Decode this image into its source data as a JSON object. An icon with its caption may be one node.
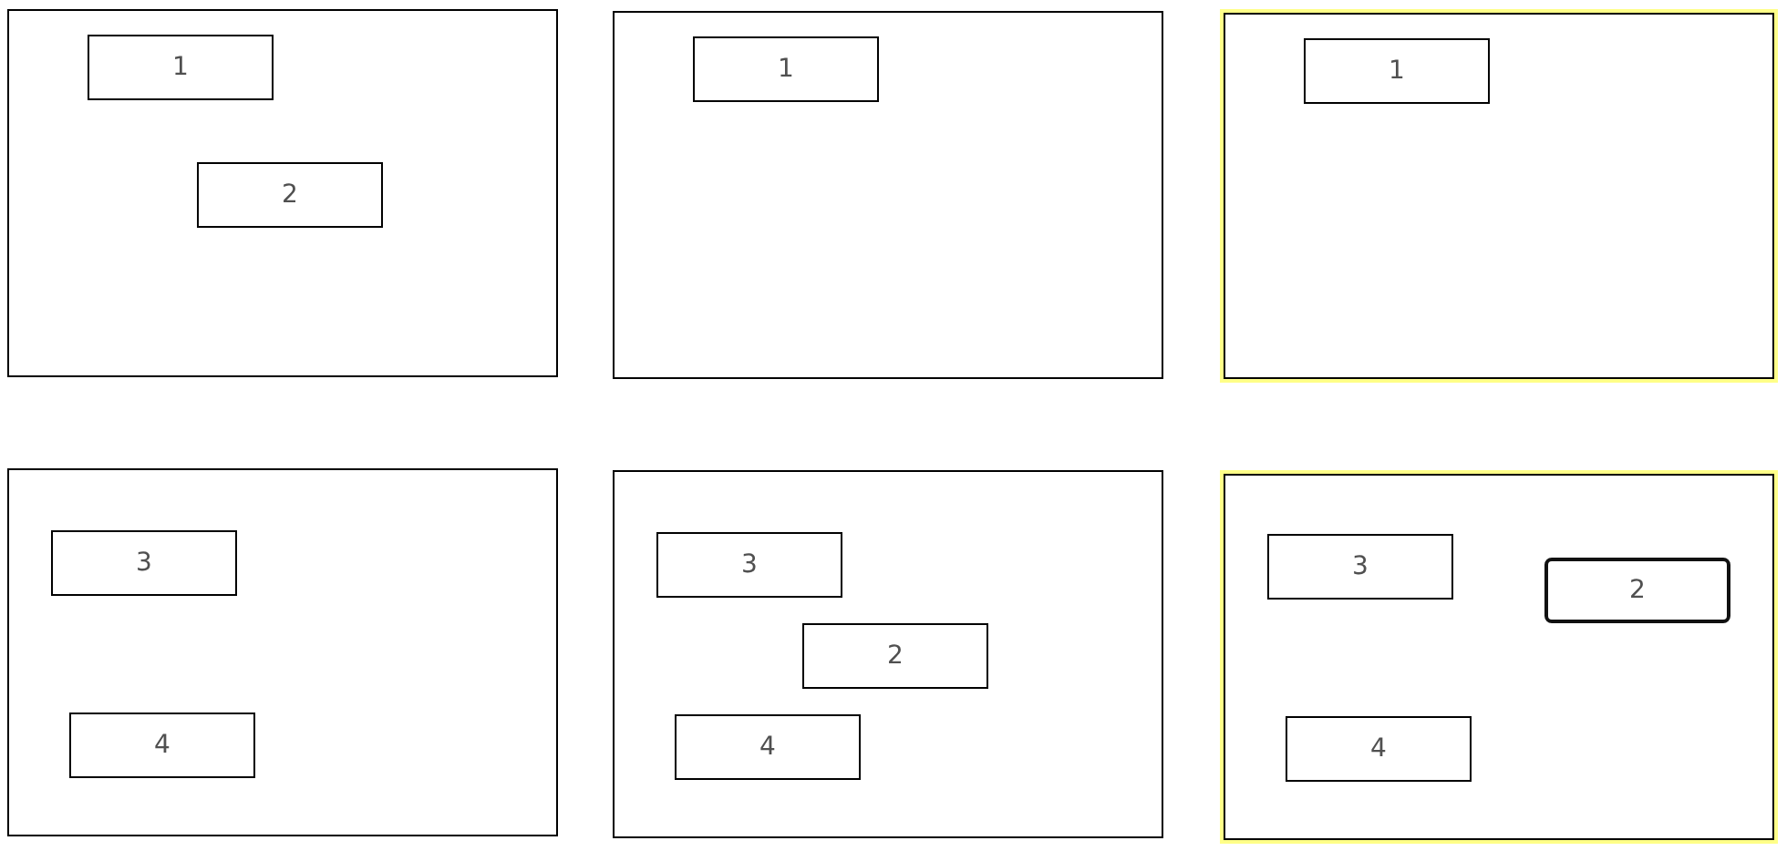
{
  "diagram": {
    "nodes": [
      {
        "text": [],
        "shape": "box"
      },
      {
        "text": [
          "1"
        ],
        "in": 0
      },
      {
        "text": [
          "2"
        ],
        "in": 0
      },
      {
        "text": [],
        "shape": "box"
      },
      {
        "text": [
          "1"
        ],
        "in": 3
      },
      {
        "text": [],
        "shape": "box"
      },
      {
        "text": [
          "1"
        ],
        "in": 5
      },
      {
        "text": [],
        "shape": "box"
      },
      {
        "text": [
          "3"
        ],
        "in": 7
      },
      {
        "text": [
          "4"
        ],
        "in": 7
      },
      {
        "text": [],
        "shape": "box"
      },
      {
        "text": [
          "3"
        ],
        "in": 10
      },
      {
        "text": [
          "2"
        ],
        "in": 10
      },
      {
        "text": [
          "4"
        ],
        "in": 10
      },
      {
        "text": [],
        "shape": "box"
      },
      {
        "text": [
          "3"
        ],
        "in": 14
      },
      {
        "text": [
          "2"
        ],
        "in": 14
      },
      {
        "text": [
          "4"
        ],
        "in": 14
      }
    ]
  }
}
